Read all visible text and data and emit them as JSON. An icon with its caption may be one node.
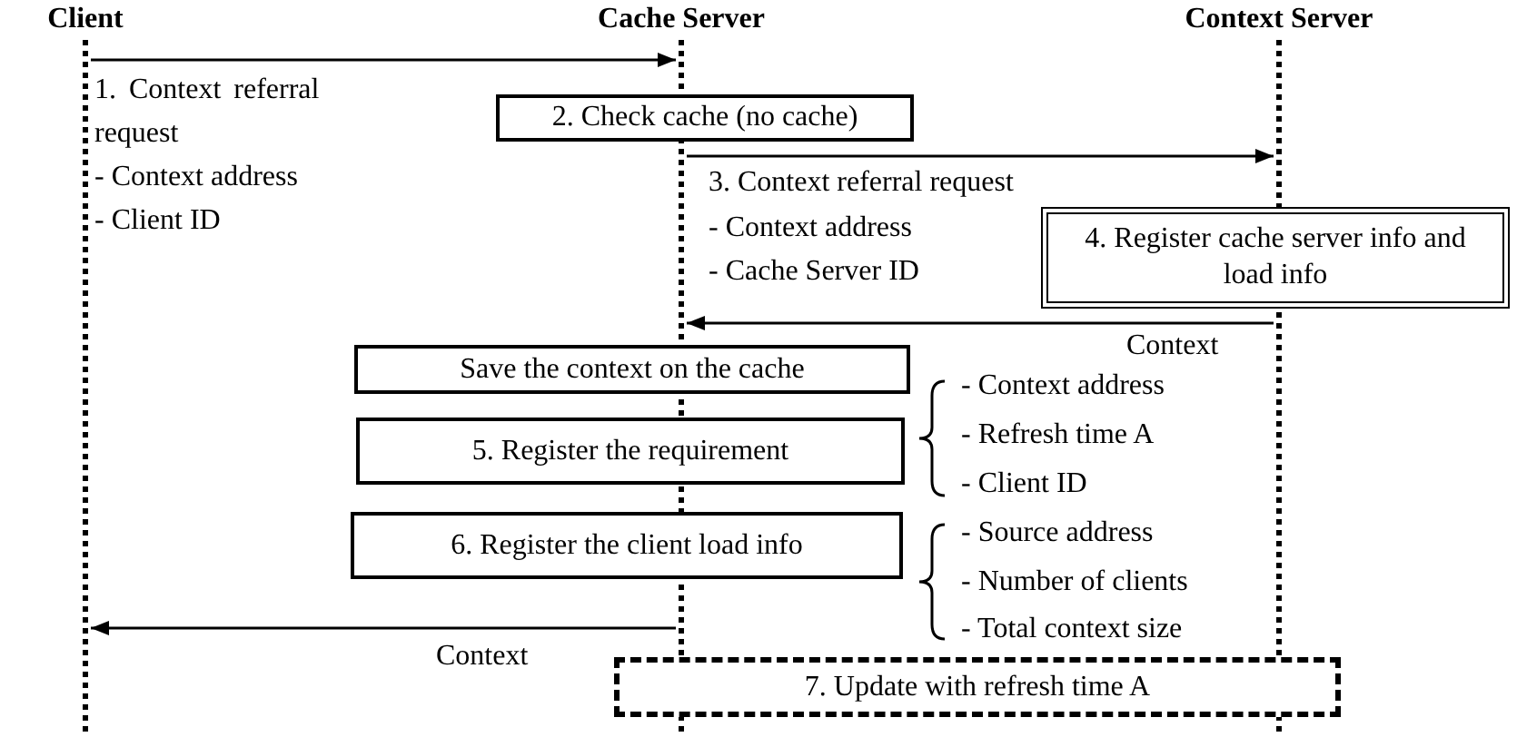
{
  "diagram": {
    "nodes": [
      {
        "text": [
          "Client"
        ]
      },
      {
        "text": [
          "Cache Server"
        ]
      },
      {
        "text": [
          "Context Server"
        ]
      },
      {
        "text": [
          "2. Check cache (no cache)"
        ]
      },
      {
        "text": [
          "4. Register cache server info and load info"
        ]
      },
      {
        "text": [
          "Save the context on the cache"
        ]
      },
      {
        "text": [
          "5. Register the requirement"
        ]
      },
      {
        "text": [
          "6. Register the client load info"
        ]
      },
      {
        "text": [
          "7. Update with refresh time A"
        ]
      }
    ],
    "edges": [
      {
        "from": 0,
        "to": 1,
        "arrow": "to",
        "label": "1. Context referral request"
      },
      {
        "from": 1,
        "to": 2,
        "arrow": "to",
        "label": "3. Context referral request"
      },
      {
        "from": 2,
        "to": 1,
        "arrow": "to",
        "label": "Context"
      },
      {
        "from": 1,
        "to": 0,
        "arrow": "to",
        "label": "Context"
      }
    ],
    "labels": [
      "- Context address",
      "- Client ID",
      "- Context address",
      "- Cache Server ID",
      "- Context address",
      "- Refresh time A",
      "- Client ID",
      "- Source address",
      "- Number of clients",
      "- Total context size"
    ]
  }
}
